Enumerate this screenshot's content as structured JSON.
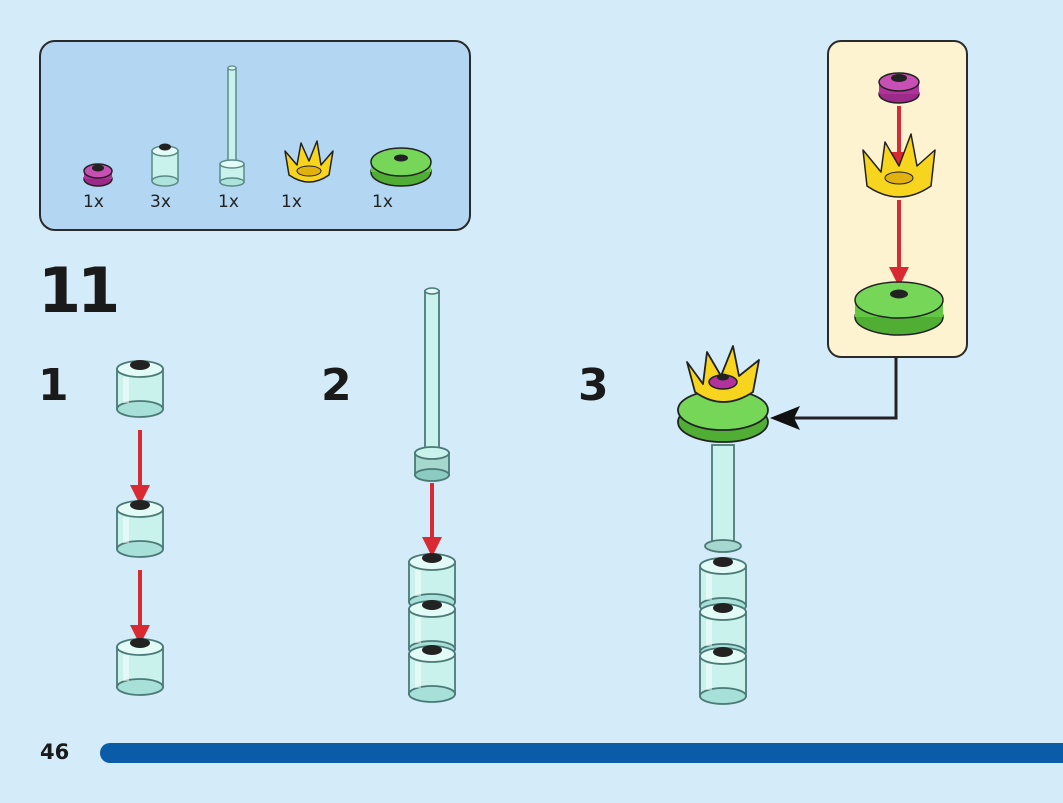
{
  "parts_list": [
    {
      "name": "pink-flower-plate",
      "qty": "1x",
      "color": "#b0329a"
    },
    {
      "name": "transparent-round-brick",
      "qty": "3x",
      "color": "#bfeee8"
    },
    {
      "name": "transparent-bar",
      "qty": "1x",
      "color": "#bfeee8"
    },
    {
      "name": "yellow-flower-petals",
      "qty": "1x",
      "color": "#f7d41e"
    },
    {
      "name": "green-round-tile",
      "qty": "1x",
      "color": "#62c842"
    }
  ],
  "step_number": "11",
  "sub_steps": [
    "1",
    "2",
    "3"
  ],
  "page_number": "46",
  "colors": {
    "background": "#d4ebf9",
    "parts_box": "#b3d6f2",
    "callout": "#fdf3d0",
    "arrow": "#d92a33",
    "bar": "#0a5ba8"
  }
}
